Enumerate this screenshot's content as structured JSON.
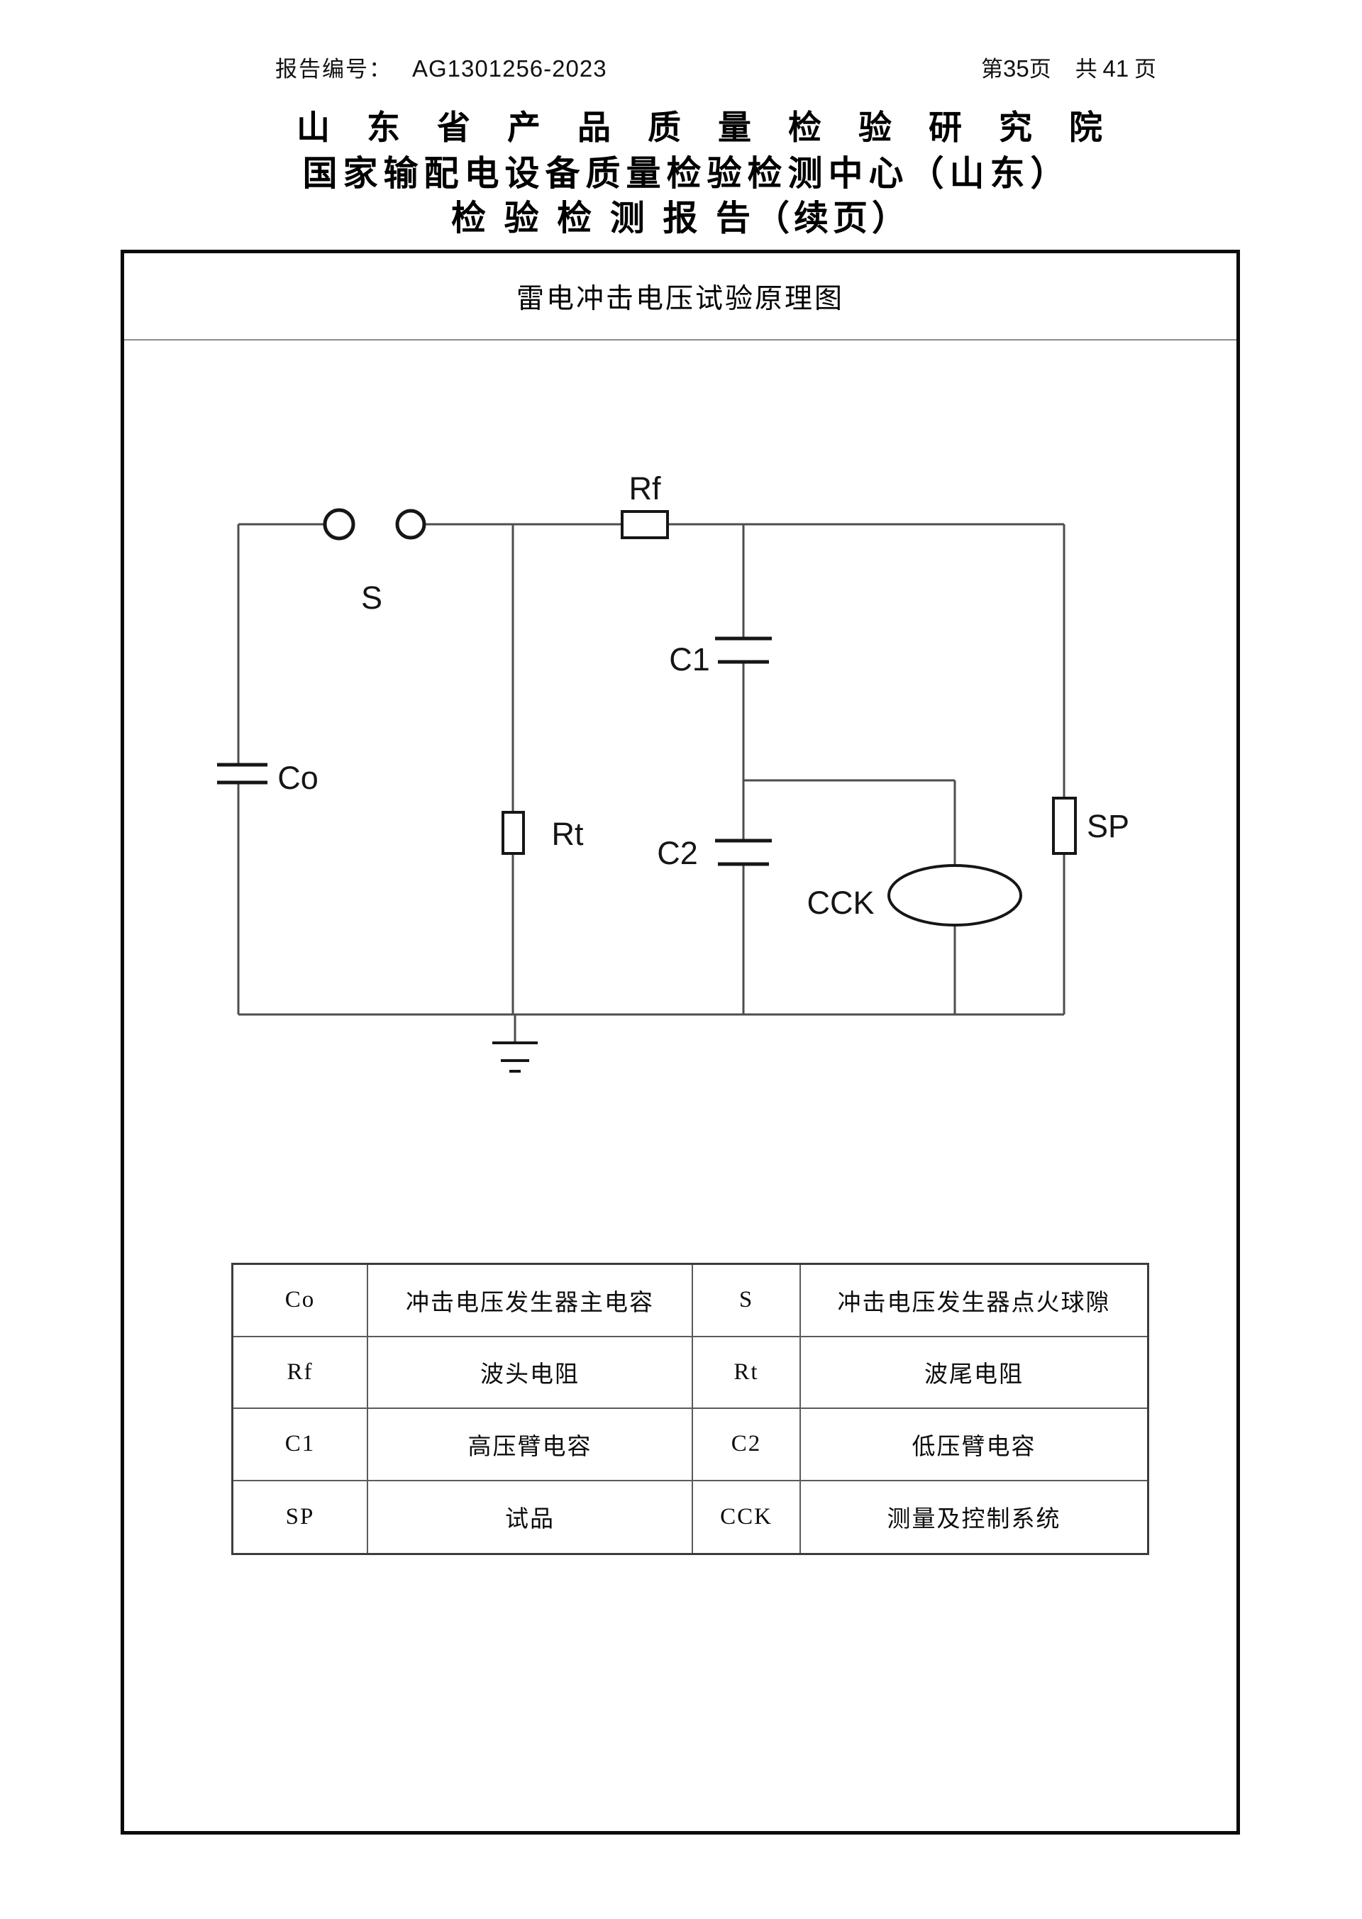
{
  "header": {
    "report_no_label": "报告编号：",
    "report_no_value": "AG1301256-2023",
    "page_prefix": "第",
    "page_current": "35",
    "page_unit1": "页",
    "page_total_label": "共",
    "page_total": "41",
    "page_unit2": "页"
  },
  "institute": {
    "line1": "山东省产品质量检验研究院",
    "line2": "国家输配电设备质量检验检测中心（山东）",
    "line3_main": "检 验 检 测 报 告",
    "line3_suffix": "（续页）"
  },
  "figure": {
    "caption": "雷电冲击电压试验原理图",
    "labels": {
      "co": "Co",
      "s": "S",
      "rf": "Rf",
      "rt": "Rt",
      "c1": "C1",
      "c2": "C2",
      "cck": "CCK",
      "sp": "SP"
    }
  },
  "legend_table": {
    "rows": [
      [
        "Co",
        "冲击电压发生器主电容",
        "S",
        "冲击电压发生器点火球隙"
      ],
      [
        "Rf",
        "波头电阻",
        "Rt",
        "波尾电阻"
      ],
      [
        "C1",
        "高压臂电容",
        "C2",
        "低压臂电容"
      ],
      [
        "SP",
        "试品",
        "CCK",
        "测量及控制系统"
      ]
    ]
  }
}
